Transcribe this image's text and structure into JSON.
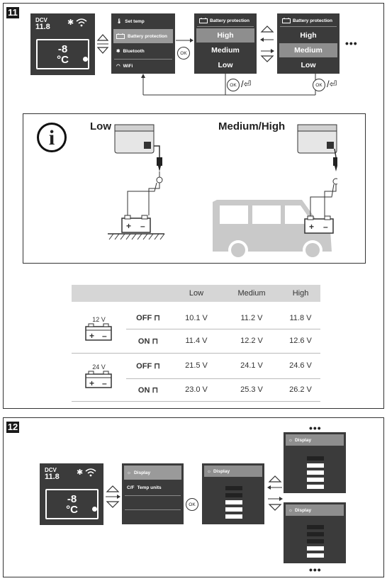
{
  "fig11": {
    "number": "11",
    "screen": {
      "dcv_label": "DCV",
      "dcv_value": "11.8",
      "temp_value": "-8",
      "temp_unit": "°C"
    },
    "menu": [
      {
        "icon": "thermometer-icon",
        "label": "Set temp"
      },
      {
        "icon": "battery-icon",
        "label": "Battery protection"
      },
      {
        "icon": "bluetooth-icon",
        "label": "Bluetooth"
      },
      {
        "icon": "wifi-icon",
        "label": "WiFi"
      }
    ],
    "bp_header": "Battery protection",
    "bp_options": [
      "High",
      "Medium",
      "Low"
    ],
    "ok_label": "OK",
    "ellipsis": "•••",
    "info": {
      "low_label": "Low",
      "medmhigh_label": "Medium/High"
    },
    "table": {
      "columns": [
        "Low",
        "Medium",
        "High"
      ],
      "groups": [
        {
          "voltage": "12 V",
          "rows": [
            {
              "state": "OFF",
              "values": [
                "10.1 V",
                "11.2 V",
                "11.8 V"
              ]
            },
            {
              "state": "ON",
              "values": [
                "11.4 V",
                "12.2 V",
                "12.6 V"
              ]
            }
          ]
        },
        {
          "voltage": "24 V",
          "rows": [
            {
              "state": "OFF",
              "values": [
                "21.5 V",
                "24.1 V",
                "24.6 V"
              ]
            },
            {
              "state": "ON",
              "values": [
                "23.0 V",
                "25.3 V",
                "26.2 V"
              ]
            }
          ]
        }
      ]
    }
  },
  "fig12": {
    "number": "12",
    "screen": {
      "dcv_label": "DCV",
      "dcv_value": "11.8",
      "temp_value": "-8",
      "temp_unit": "°C"
    },
    "menu": [
      {
        "icon": "lightbulb-icon",
        "label": "Display"
      },
      {
        "icon": "temp-units-icon",
        "label": "Temp units"
      }
    ],
    "display_header": "Display",
    "ok_label": "OK",
    "ellipsis": "•••"
  }
}
